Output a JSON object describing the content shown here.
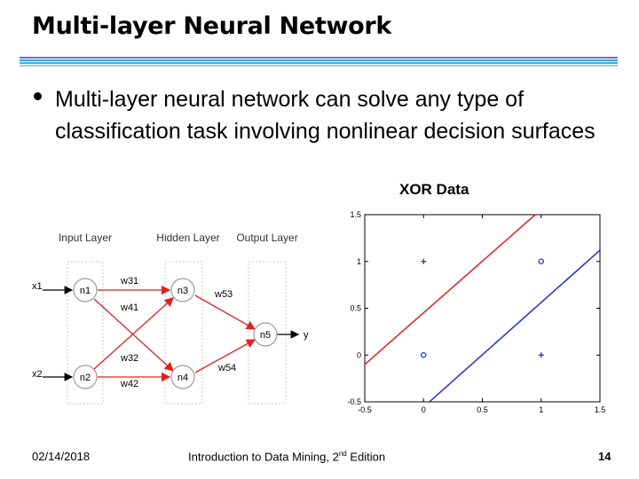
{
  "slide": {
    "title": "Multi-layer Neural Network",
    "bullet": "Multi-layer neural network can solve any type of classification task involving nonlinear decision surfaces",
    "stripe_colors": [
      "#7b68c8",
      "#38a0d8",
      "#2ab4e6",
      "#8fd2f0"
    ]
  },
  "network": {
    "layers": [
      "Input Layer",
      "Hidden Layer",
      "Output Layer"
    ],
    "nodes": [
      "n1",
      "n2",
      "n3",
      "n4",
      "n5"
    ],
    "inputs": [
      "x1",
      "x2"
    ],
    "output": "y",
    "weights": [
      "w31",
      "w41",
      "w32",
      "w42",
      "w53",
      "w54"
    ],
    "edge_color": "#e02020"
  },
  "chart_data": {
    "type": "scatter",
    "title": "XOR Data",
    "xlim": [
      -0.5,
      1.5
    ],
    "ylim": [
      -0.5,
      1.5
    ],
    "xticks": [
      "-0.5",
      "0",
      "0.5",
      "1",
      "1.5"
    ],
    "yticks": [
      "-0.5",
      "0",
      "0.5",
      "1",
      "1.5"
    ],
    "series": [
      {
        "marker": "plus",
        "color": "#1f2fd0",
        "points": [
          [
            0,
            1
          ],
          [
            1,
            0
          ]
        ]
      },
      {
        "marker": "circle",
        "color": "#1f2fd0",
        "points": [
          [
            0,
            0
          ],
          [
            1,
            1
          ]
        ]
      }
    ],
    "lines": [
      {
        "color": "#e02020",
        "from": [
          -0.5,
          -0.1
        ],
        "to": [
          0.95,
          1.5
        ]
      },
      {
        "color": "#1f2fd0",
        "from": [
          0.05,
          -0.5
        ],
        "to": [
          1.5,
          1.12
        ]
      }
    ],
    "grid": false
  },
  "footer": {
    "date": "02/14/2018",
    "book": "Introduction to Data Mining, 2",
    "edition_sup": "nd",
    "edition_rest": " Edition",
    "page": "14"
  }
}
